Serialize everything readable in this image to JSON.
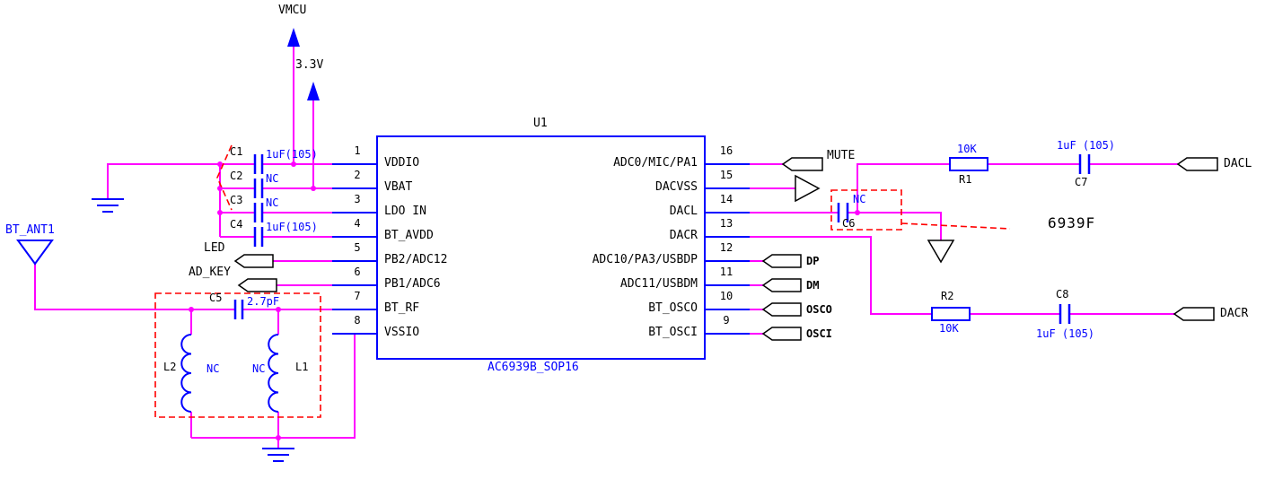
{
  "colors": {
    "wire": "#FF00FF",
    "component": "#0000FF",
    "label_text": "#000000",
    "value_text": "#0000FF",
    "optional_dashed": "#FF0000",
    "background": "#FFFFFF"
  },
  "power": {
    "vmcu": "VMCU",
    "v33": "3.3V"
  },
  "ic": {
    "designator": "U1",
    "part_name": "AC6939B_SOP16",
    "left_pins": [
      {
        "num": "1",
        "name": "VDDIO"
      },
      {
        "num": "2",
        "name": "VBAT"
      },
      {
        "num": "3",
        "name": "LDO IN"
      },
      {
        "num": "4",
        "name": "BT_AVDD"
      },
      {
        "num": "5",
        "name": "PB2/ADC12"
      },
      {
        "num": "6",
        "name": "PB1/ADC6"
      },
      {
        "num": "7",
        "name": "BT_RF"
      },
      {
        "num": "8",
        "name": "VSSIO"
      }
    ],
    "right_pins": [
      {
        "num": "16",
        "name": "ADC0/MIC/PA1"
      },
      {
        "num": "15",
        "name": "DACVSS"
      },
      {
        "num": "14",
        "name": "DACL"
      },
      {
        "num": "13",
        "name": "DACR"
      },
      {
        "num": "12",
        "name": "ADC10/PA3/USBDP"
      },
      {
        "num": "11",
        "name": "ADC11/USBDM"
      },
      {
        "num": "10",
        "name": "BT_OSCO"
      },
      {
        "num": "9",
        "name": "BT_OSCI"
      }
    ]
  },
  "components": {
    "c1": {
      "ref": "C1",
      "value": "1uF(105)"
    },
    "c2": {
      "ref": "C2",
      "value": "NC"
    },
    "c3": {
      "ref": "C3",
      "value": "NC"
    },
    "c4": {
      "ref": "C4",
      "value": "1uF(105)"
    },
    "c5": {
      "ref": "C5",
      "value": "2.7pF"
    },
    "c6": {
      "ref": "C6",
      "value": "NC"
    },
    "c7": {
      "ref": "C7",
      "value": "1uF (105)"
    },
    "c8": {
      "ref": "C8",
      "value": "1uF (105)"
    },
    "r1": {
      "ref": "R1",
      "value": "10K"
    },
    "r2": {
      "ref": "R2",
      "value": "10K"
    },
    "l1": {
      "ref": "L1",
      "value": "NC"
    },
    "l2": {
      "ref": "L2",
      "value": "NC"
    }
  },
  "ports": {
    "bt_ant1": "BT_ANT1",
    "led": "LED",
    "ad_key": "AD_KEY",
    "mute": "MUTE",
    "dp": "DP",
    "dm": "DM",
    "osco": "OSCO",
    "osci": "OSCI",
    "dacl": "DACL",
    "dacr": "DACR"
  },
  "annotations": {
    "marking": "6939F"
  }
}
